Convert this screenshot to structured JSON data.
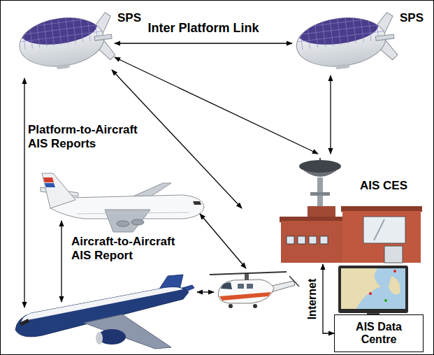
{
  "diagram": {
    "nodes": [
      {
        "text": [
          "SPS"
        ]
      },
      {
        "text": [
          "SPS"
        ]
      },
      {
        "text": [
          "AIS CES"
        ]
      },
      {
        "text": [
          "AIS Data Centre"
        ]
      }
    ],
    "edges": [
      {
        "from": 0,
        "to": 1,
        "arrow": "both",
        "label": "Inter Platform Link"
      },
      {
        "from": 0,
        "to": 2,
        "arrow": "both"
      },
      {
        "from": 1,
        "to": 2,
        "arrow": "both"
      },
      {
        "from": 2,
        "to": 3,
        "arrow": "both",
        "label": "Internet"
      }
    ],
    "labels": [
      "Platform-to-Aircraft AIS Reports",
      "Aircraft-to-Aircraft AIS Report"
    ]
  }
}
